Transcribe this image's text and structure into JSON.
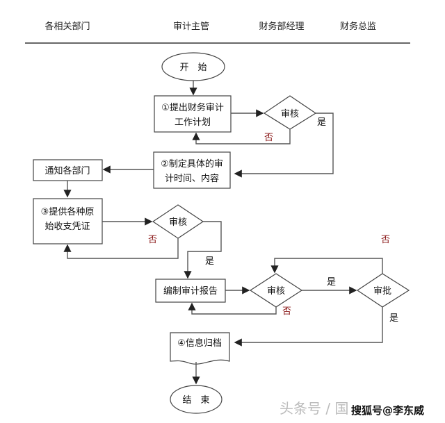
{
  "headers": [
    "各相关部门",
    "审计主管",
    "财务部经理",
    "财务总监"
  ],
  "nodes": {
    "start": "开　始",
    "step1": [
      "①提出财务审计",
      "工作计划"
    ],
    "review1": "审核",
    "step2": [
      "②制定具体的审",
      "计时间、内容"
    ],
    "notify": "通知各部门",
    "step3": [
      "③提供各种原",
      "始收支凭证"
    ],
    "review2": "审核",
    "report": "编制审计报告",
    "review3": "审核",
    "approve": "审批",
    "step4": "④信息归档",
    "end": "结　束"
  },
  "labels": {
    "yes": "是",
    "no": "否"
  },
  "watermark": {
    "text1": "头条号 / 国",
    "text2": "搜狐号@李东威"
  }
}
